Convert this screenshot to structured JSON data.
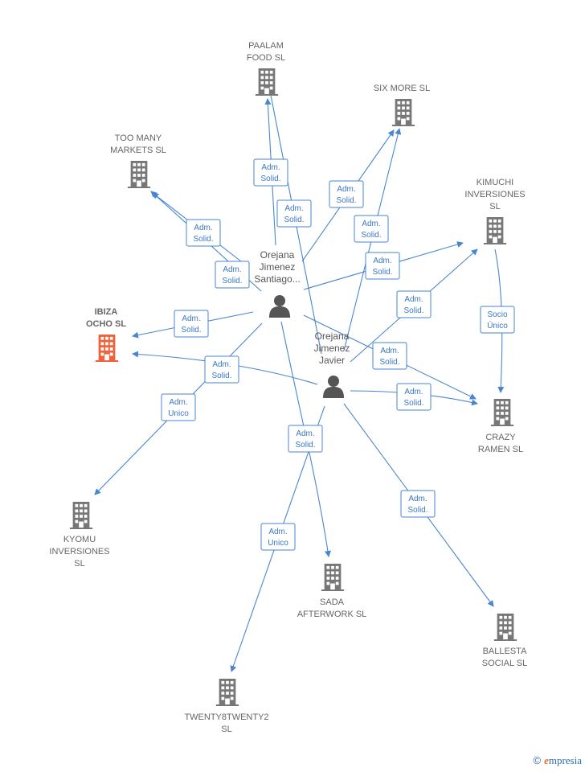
{
  "colors": {
    "edge": "#4a86d0",
    "company": "#777777",
    "highlight": "#f0623a",
    "person": "#555555"
  },
  "companies": {
    "paalam": [
      "PAALAM",
      "FOOD  SL"
    ],
    "sixmore": [
      "SIX MORE  SL"
    ],
    "toomany": [
      "TOO MANY",
      "MARKETS  SL"
    ],
    "kimuchi": [
      "KIMUCHI",
      "INVERSIONES",
      "SL"
    ],
    "ibiza": [
      "IBIZA",
      "OCHO  SL"
    ],
    "crazy": [
      "CRAZY",
      "RAMEN  SL"
    ],
    "kyomu": [
      "KYOMU",
      "INVERSIONES",
      "SL"
    ],
    "sada": [
      "SADA",
      "AFTERWORK SL"
    ],
    "ballesta": [
      "BALLESTA",
      "SOCIAL  SL"
    ],
    "twenty": [
      "TWENTY8TWENTY2",
      "SL"
    ]
  },
  "persons": {
    "santiago": [
      "Orejana",
      "Jimenez",
      "Santiago..."
    ],
    "javier": [
      "Orejana",
      "Jimenez",
      "Javier"
    ]
  },
  "relations": {
    "adm_solid": [
      "Adm.",
      "Solid."
    ],
    "adm_unico": [
      "Adm.",
      "Unico"
    ],
    "socio_unico": [
      "Socio",
      "Único"
    ]
  },
  "footer": {
    "copyright": "©",
    "brand_first": "e",
    "brand_rest": "mpresia"
  }
}
